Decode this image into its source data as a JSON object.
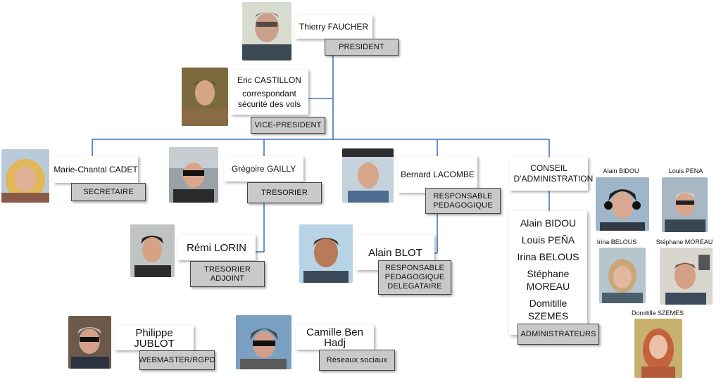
{
  "president": {
    "name": "Thierry FAUCHER",
    "role": "PRESIDENT"
  },
  "vice_president": {
    "name": "Eric CASTILLON",
    "note": "correspondant sécurité des vols",
    "role": "VICE-PRESIDENT"
  },
  "secretary": {
    "name": "Marie-Chantal CADET",
    "role": "SECRETAIRE"
  },
  "treasurer": {
    "name": "Grégoire GAILLY",
    "role": "TRESORIER"
  },
  "pedagogical": {
    "name": "Bernard LACOMBE",
    "role": "RESPONSABLE PEDAGOGIQUE"
  },
  "board": {
    "title": "CONSEIL D'ADMINISTRATION",
    "members": [
      "Alain BIDOU",
      "Louis PEÑA",
      "Irina BELOUS",
      "Stéphane MOREAU",
      "Domitille SZEMES"
    ],
    "role": "ADMINISTRATEURS",
    "photo_captions": [
      "Alain BIDOU",
      "Louis PENA",
      "Irina BELOUS",
      "Stéphane MOREAU",
      "Domitille SZEMES"
    ]
  },
  "deputy_treasurer": {
    "name": "Rémi LORIN",
    "role": "TRESORIER ADJOINT"
  },
  "delegate_pedagogical": {
    "name": "Alain BLOT",
    "role": "RESPONSABLE PEDAGOGIQUE DELEGATAIRE"
  },
  "webmaster": {
    "name": "Philippe JUBLOT",
    "role": "WEBMASTER/RGPD"
  },
  "social": {
    "name": "Camille Ben Hadj",
    "role": "Réseaux sociaux"
  },
  "colors": {
    "connector": "#4472c4",
    "tag_fill": "#c9c9c9"
  }
}
